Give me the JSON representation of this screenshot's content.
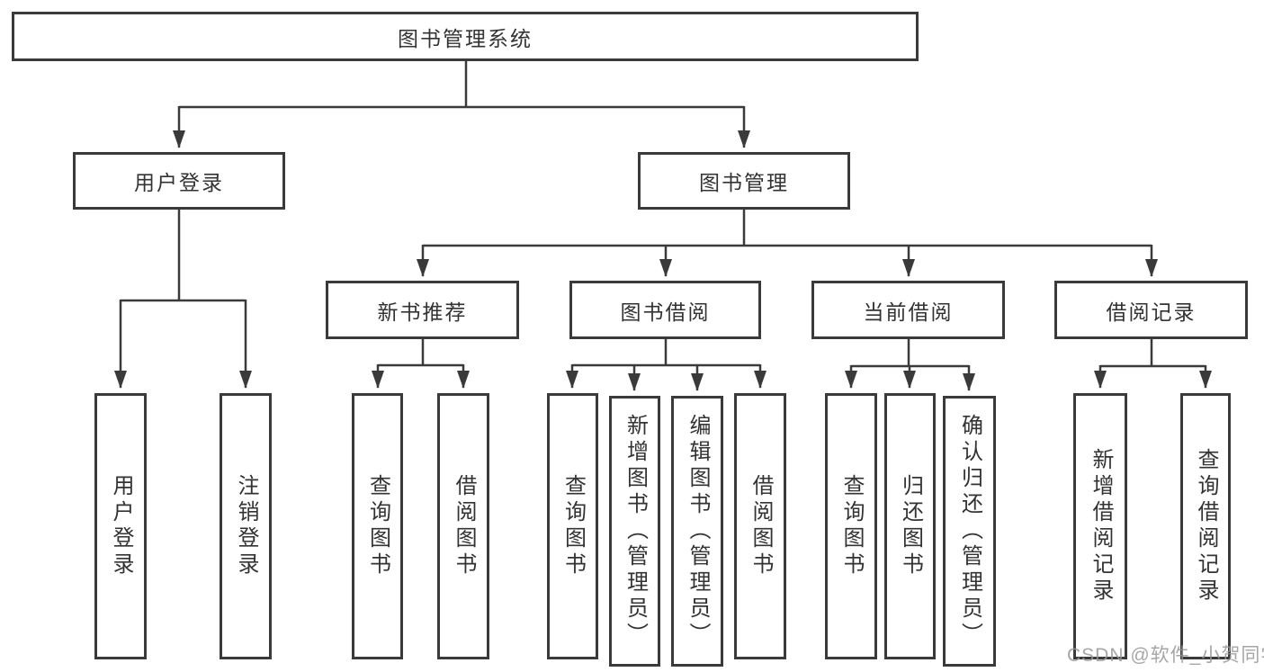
{
  "diagram": {
    "title": "图书管理系统",
    "type": "hierarchy-tree",
    "colors": {
      "line": "#3a3a3a",
      "box_border": "#3a3a3a",
      "text": "#333333",
      "background": "#ffffff",
      "watermark": "#969696"
    },
    "watermark": "CSDN @软件_小贺同学",
    "nodes": {
      "root": {
        "label": "图书管理系统"
      },
      "user_login_group": {
        "label": "用户登录"
      },
      "book_mgmt": {
        "label": "图书管理"
      },
      "new_book_rec": {
        "label": "新书推荐"
      },
      "book_borrow": {
        "label": "图书借阅"
      },
      "current_borrow": {
        "label": "当前借阅"
      },
      "borrow_records": {
        "label": "借阅记录"
      },
      "user_login": {
        "label": "用户登录"
      },
      "logout": {
        "label": "注销登录"
      },
      "query_book_1": {
        "label": "查询图书"
      },
      "borrow_book_1": {
        "label": "借阅图书"
      },
      "query_book_2": {
        "label": "查询图书"
      },
      "add_book_admin": {
        "label": "新增图书（管理员）"
      },
      "edit_book_admin": {
        "label": "编辑图书（管理员）"
      },
      "borrow_book_2": {
        "label": "借阅图书"
      },
      "query_book_3": {
        "label": "查询图书"
      },
      "return_book": {
        "label": "归还图书"
      },
      "confirm_return_admin": {
        "label": "确认归还（管理员）"
      },
      "add_borrow_record": {
        "label": "新增借阅记录"
      },
      "query_borrow_record": {
        "label": "查询借阅记录"
      }
    },
    "edges": [
      "root->user_login_group",
      "root->book_mgmt",
      "user_login_group->user_login",
      "user_login_group->logout",
      "book_mgmt->new_book_rec",
      "book_mgmt->book_borrow",
      "book_mgmt->current_borrow",
      "book_mgmt->borrow_records",
      "new_book_rec->query_book_1",
      "new_book_rec->borrow_book_1",
      "book_borrow->query_book_2",
      "book_borrow->add_book_admin",
      "book_borrow->edit_book_admin",
      "book_borrow->borrow_book_2",
      "current_borrow->query_book_3",
      "current_borrow->return_book",
      "current_borrow->confirm_return_admin",
      "borrow_records->add_borrow_record",
      "borrow_records->query_borrow_record"
    ]
  }
}
